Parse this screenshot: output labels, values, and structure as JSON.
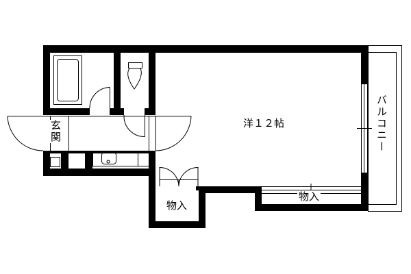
{
  "rooms": {
    "main_room": "洋１２帖",
    "entrance": "玄関",
    "storage_1": "物入",
    "storage_2": "物入",
    "balcony": "バルコニー"
  },
  "colors": {
    "wall": "#000000",
    "background": "#ffffff"
  }
}
